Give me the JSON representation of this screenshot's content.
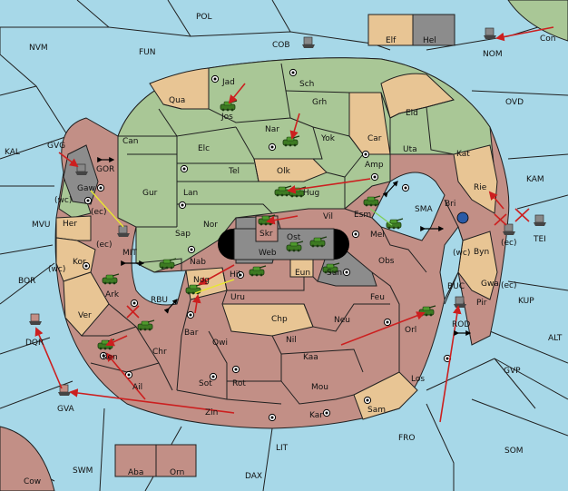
{
  "colors": {
    "sea": "#a7d8e8",
    "green_power": "#a9c796",
    "red_power": "#c28f86",
    "neutral": "#e8c594",
    "grey_power": "#8c8c8c",
    "order_arrow": "#cc1f1f",
    "support_line": "#e8e830"
  },
  "sea_labels": {
    "pol": "POL",
    "nvm": "NVM",
    "fun": "FUN",
    "cob": "COB",
    "nom": "NOM",
    "con": "Con",
    "ovd": "OVD",
    "kal": "KAL",
    "gvg": "GVG",
    "gor": "GOR",
    "kam": "KAM",
    "sma": "SMA",
    "mvu": "MVU",
    "mit": "MIT",
    "tei": "TEI",
    "bor": "BOR",
    "rbu": "RBU",
    "buc": "BUC",
    "kup": "KUP",
    "rod": "ROD",
    "alt": "ALT",
    "dqr": "DQR",
    "gvp": "GVP",
    "gva": "GVA",
    "fro": "FRO",
    "lit": "LIT",
    "som": "SOM",
    "swm": "SWM",
    "dax": "DAX",
    "cow": "Cow"
  },
  "land_labels": {
    "elf": "Elf",
    "hel": "Hel",
    "jad": "Jad",
    "sch": "Sch",
    "qua": "Qua",
    "jos": "Jos",
    "grh": "Grh",
    "eld": "Eld",
    "can": "Can",
    "nar": "Nar",
    "yok": "Yok",
    "car": "Car",
    "elc": "Elc",
    "uta": "Uta",
    "kat": "Kat",
    "tel": "Tel",
    "olk": "Olk",
    "amp": "Amp",
    "gaw": "Gaw",
    "gur": "Gur",
    "lan": "Lan",
    "hug": "Hug",
    "rie": "Rie",
    "bri": "Bri",
    "vil": "Vil",
    "esm": "Esm",
    "nor": "Nor",
    "skr": "Skr",
    "ost": "Ost",
    "her": "Her",
    "sap": "Sap",
    "web": "Web",
    "mel": "Mel",
    "byn": "Byn",
    "kor": "Kor",
    "nab": "Nab",
    "eun": "Eun",
    "sun": "Sun",
    "obs": "Obs",
    "gwa": "Gwa",
    "hil": "Hil",
    "nog": "Nog",
    "uru": "Uru",
    "feu": "Feu",
    "pir": "Pir",
    "ark": "Ark",
    "ver": "Ver",
    "chp": "Chp",
    "neu": "Neu",
    "bar": "Bar",
    "orl": "Orl",
    "qwi": "Qwi",
    "nil": "Nil",
    "chr": "Chr",
    "ken": "Ken",
    "kaa": "Kaa",
    "ail": "Ail",
    "sot": "Sot",
    "rot": "Rot",
    "mou": "Mou",
    "los": "Los",
    "sam": "Sam",
    "zin": "Zin",
    "kar": "Kar",
    "aba": "Aba",
    "orn": "Orn"
  },
  "coast_tags": {
    "ec_gor": "(ec)",
    "wc_her": "(wc)",
    "ec_kor": "(ec)",
    "wc_kor": "(wc)",
    "ec_tei": "(ec)",
    "wc_byn": "(wc)",
    "ec_gwa": "(ec)"
  },
  "orders": {
    "move_arrows": 18,
    "support_lines": 3,
    "convoy_swaps": 5,
    "cut_marks": 3
  }
}
